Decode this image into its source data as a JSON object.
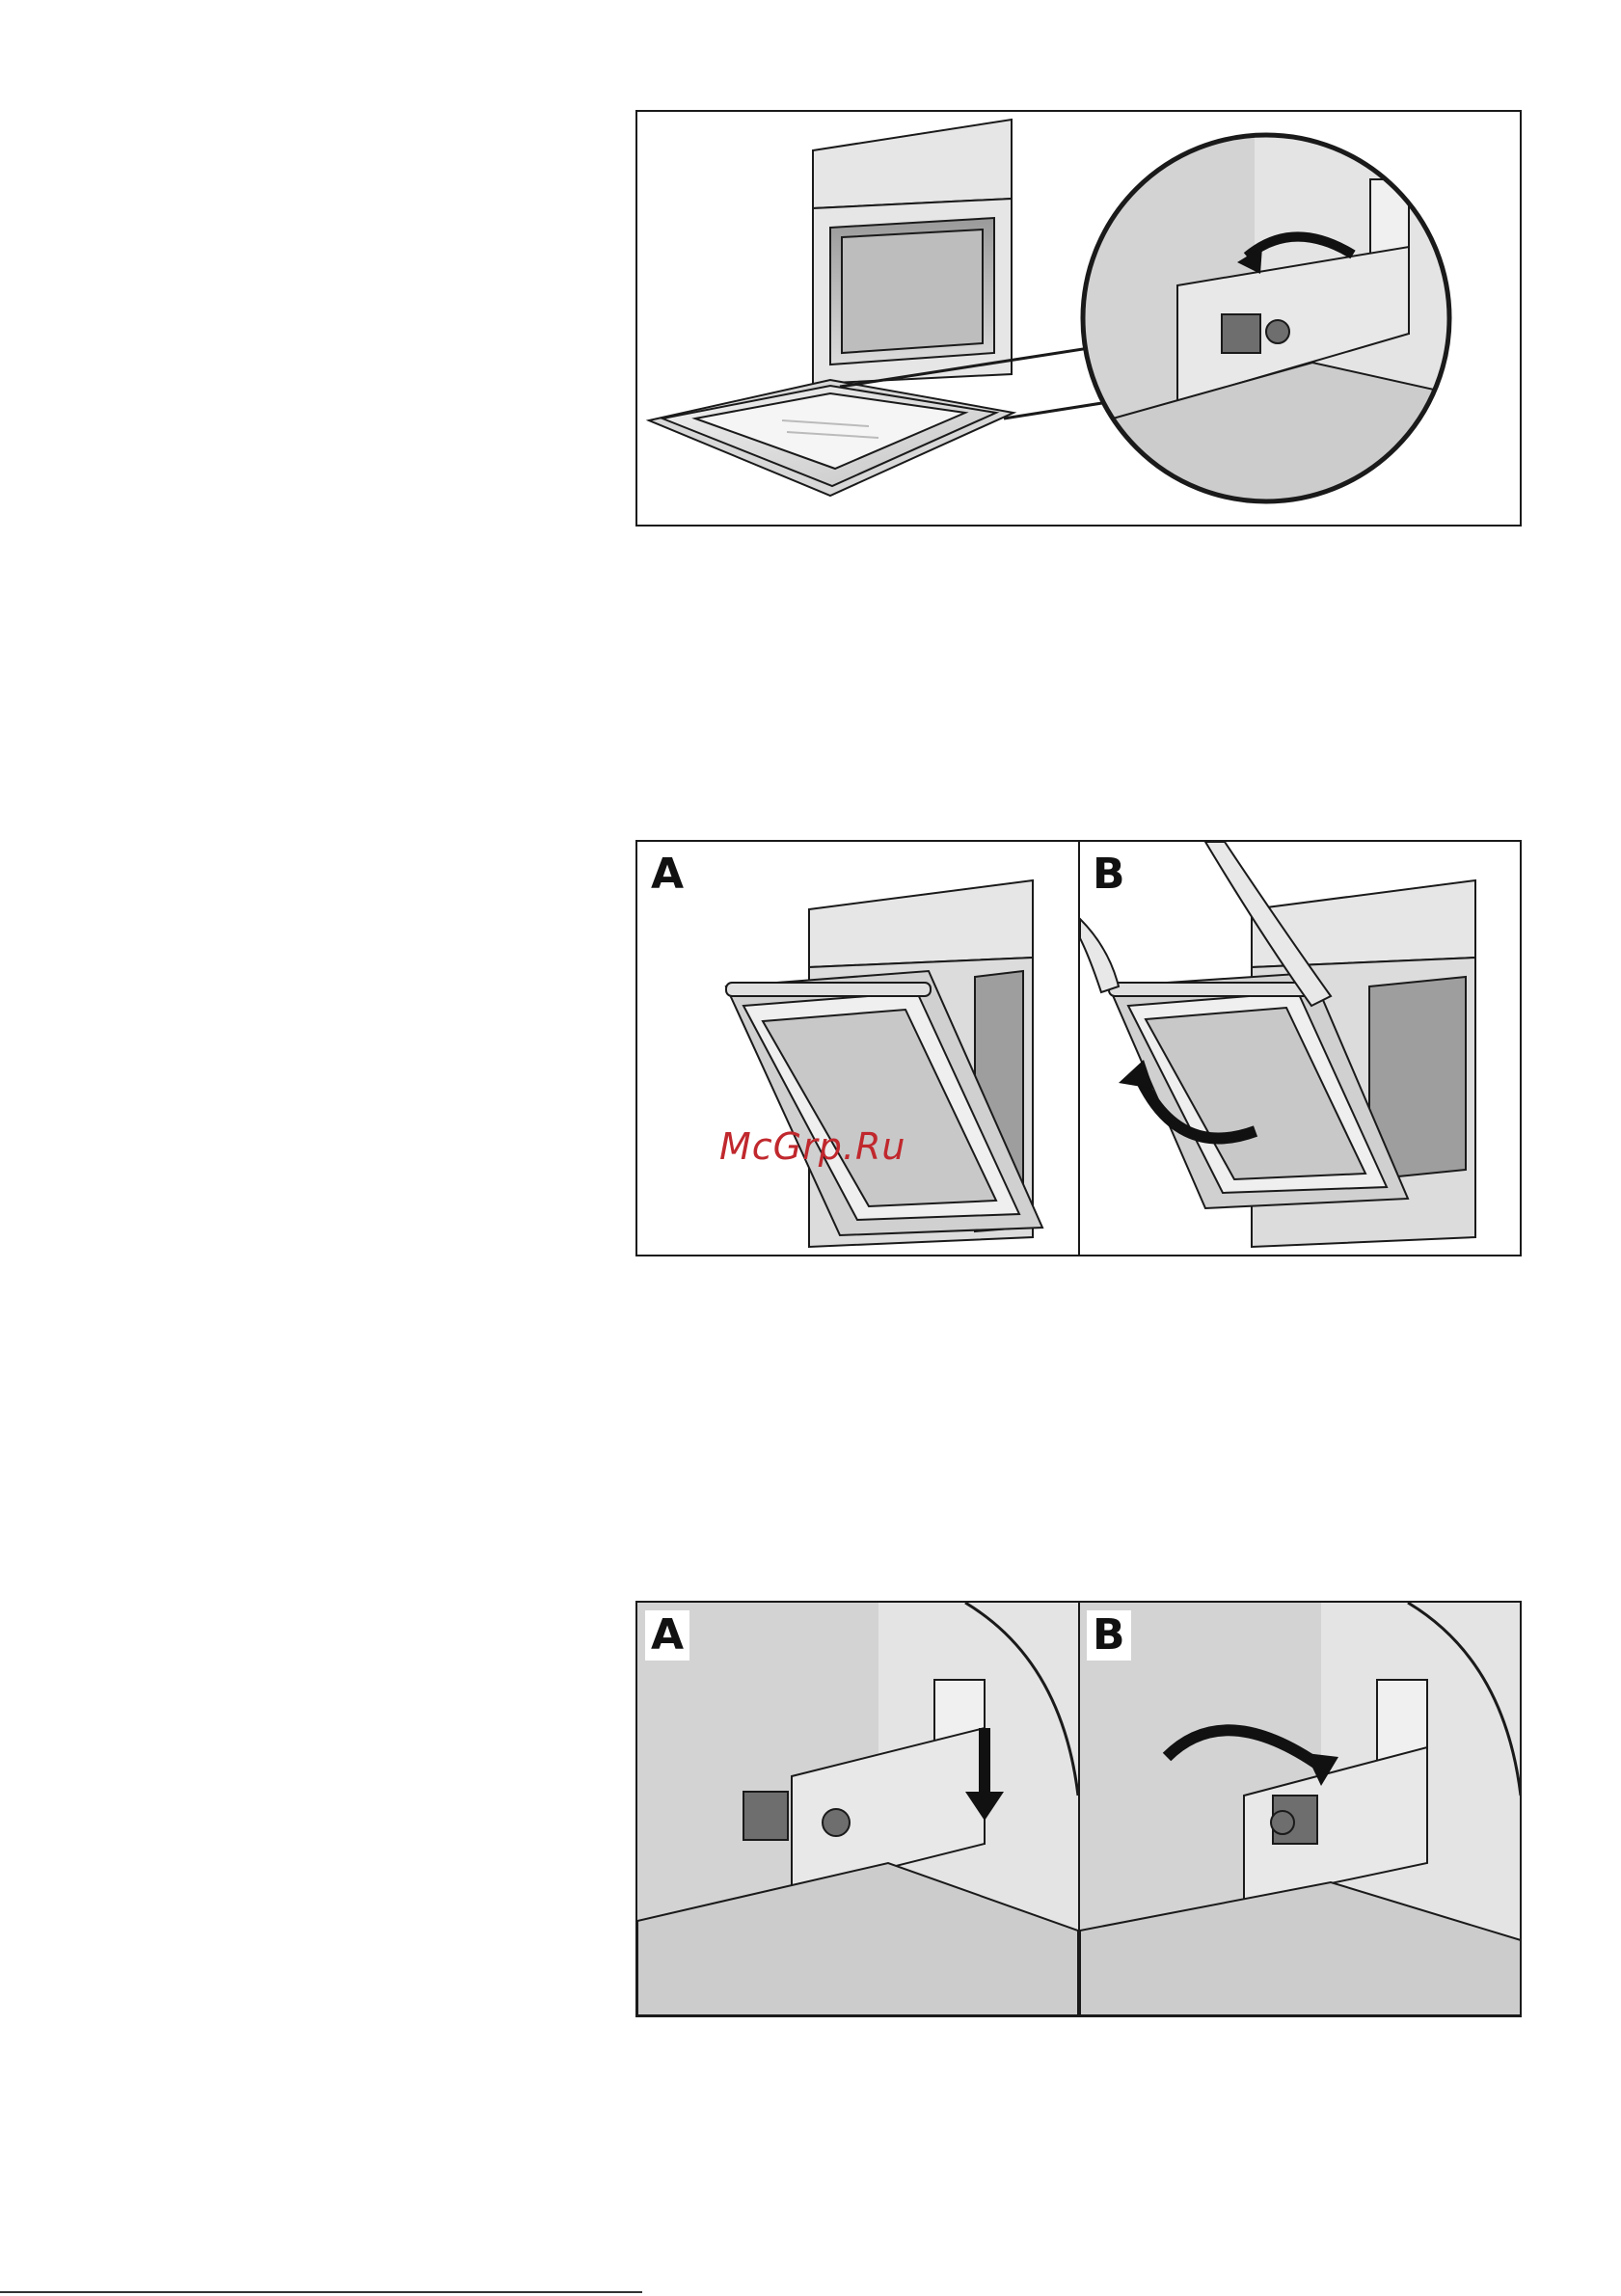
{
  "figures": {
    "fig2": {
      "panels": [
        {
          "label": "A"
        },
        {
          "label": "B"
        }
      ]
    },
    "fig3": {
      "panels": [
        {
          "label": "A"
        },
        {
          "label": "B"
        }
      ]
    }
  },
  "watermark": {
    "text": "McGrp.Ru",
    "color": "#c0282d"
  },
  "colors": {
    "stroke": "#1a1a1a",
    "metal_light": "#e6e6e6",
    "metal_mid": "#cfcfcf",
    "metal_dark": "#8a8a8a",
    "hinge": "#6e6e6e"
  }
}
